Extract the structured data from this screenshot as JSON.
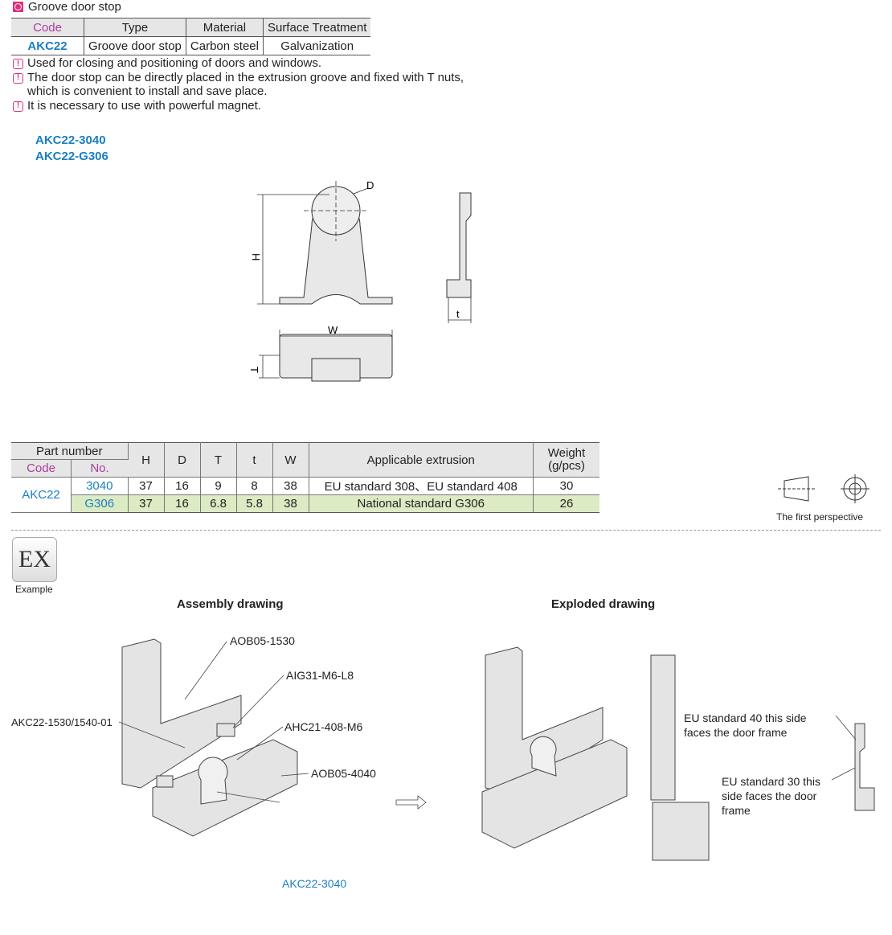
{
  "title": "Groove door stop",
  "info_table": {
    "headers": [
      "Code",
      "Type",
      "Material",
      "Surface Treatment"
    ],
    "row": [
      "AKC22",
      "Groove door stop",
      "Carbon steel",
      "Galvanization"
    ]
  },
  "notes": [
    "Used for closing and positioning of doors and windows.",
    "The door stop can be directly placed in the extrusion groove and fixed with T nuts,",
    "which is convenient to install and save place.",
    "It is necessary to use with powerful magnet."
  ],
  "codes": [
    "AKC22-3040",
    "AKC22-G306"
  ],
  "drawing_labels": {
    "D": "D",
    "H": "H",
    "t": "t",
    "W": "W",
    "T": "T"
  },
  "spec_table": {
    "part_number": "Part number",
    "code": "Code",
    "no": "No.",
    "headers": [
      "H",
      "D",
      "T",
      "t",
      "W",
      "Applicable extrusion",
      "Weight\n(g/pcs)"
    ],
    "weight_header": "Weight",
    "weight_unit": "(g/pcs)",
    "code_value": "AKC22",
    "rows": [
      {
        "no": "3040",
        "values": [
          "37",
          "16",
          "9",
          "8",
          "38",
          "EU standard 308、EU standard 408",
          "30"
        ]
      },
      {
        "no": "G306",
        "values": [
          "37",
          "16",
          "6.8",
          "5.8",
          "38",
          "National standard G306",
          "26"
        ]
      }
    ]
  },
  "perspective_label": "The first perspective",
  "example": {
    "icon": "EX",
    "label": "Example"
  },
  "assembly": {
    "heading": "Assembly drawing",
    "labels": [
      "AOB05-1530",
      "AIG31-M6-L8",
      "AKC22-1530/1540-01",
      "AHC21-408-M6",
      "AOB05-4040",
      "AKC22-3040"
    ]
  },
  "exploded": {
    "heading": "Exploded drawing",
    "labels": [
      "EU standard 40 this side",
      "faces the door frame",
      "EU standard 30 this",
      "side faces the door",
      "frame"
    ]
  },
  "colors": {
    "accent": "#e0307a",
    "blue": "#1a7fc1",
    "green": "#dcebc4"
  }
}
